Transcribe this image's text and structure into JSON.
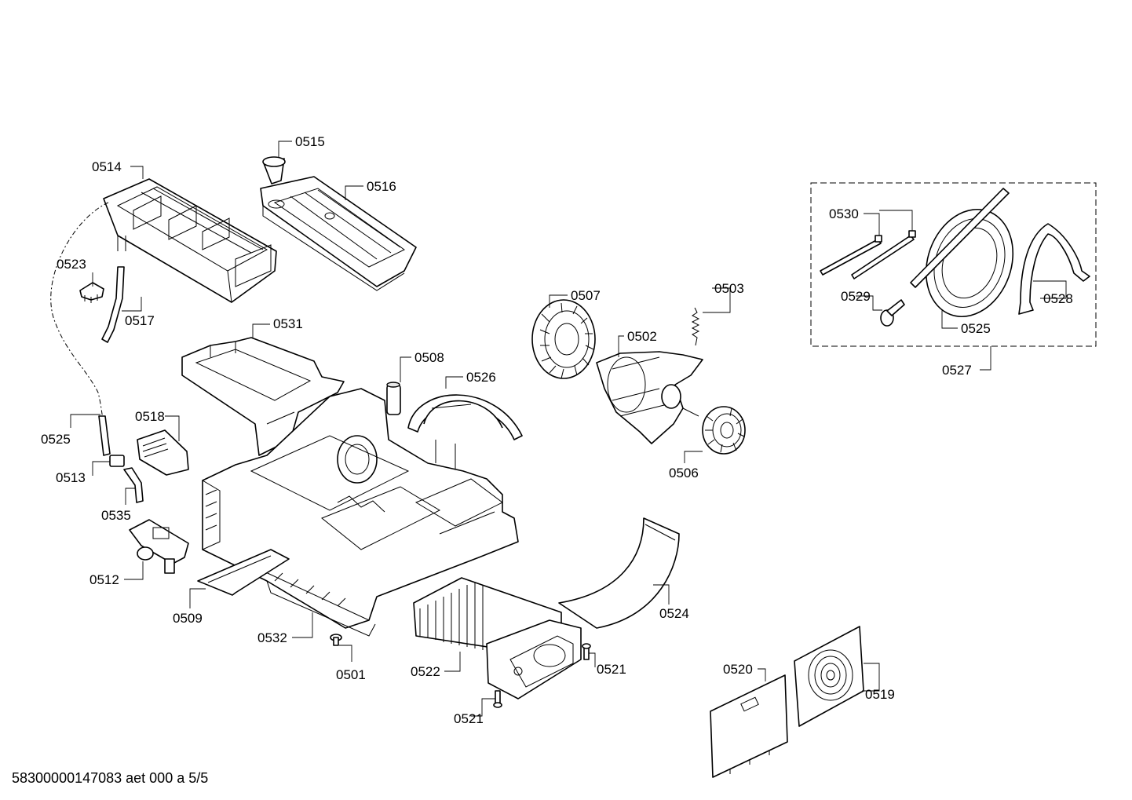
{
  "footer": {
    "doc_code": "58300000147083 aet 000 a 5/5"
  },
  "labels": {
    "l0514": "0514",
    "l0515": "0515",
    "l0516": "0516",
    "l0523": "0523",
    "l0517": "0517",
    "l0531": "0531",
    "l0508": "0508",
    "l0526": "0526",
    "l0507": "0507",
    "l0503": "0503",
    "l0502": "0502",
    "l0506": "0506",
    "l0530": "0530",
    "l0529": "0529",
    "l0528": "0528",
    "l0525a": "0525",
    "l0527": "0527",
    "l0525b": "0525",
    "l0518": "0518",
    "l0513": "0513",
    "l0535": "0535",
    "l0512": "0512",
    "l0509": "0509",
    "l0532": "0532",
    "l0501": "0501",
    "l0522": "0522",
    "l0521a": "0521",
    "l0521b": "0521",
    "l0524": "0524",
    "l0520": "0520",
    "l0519": "0519"
  }
}
